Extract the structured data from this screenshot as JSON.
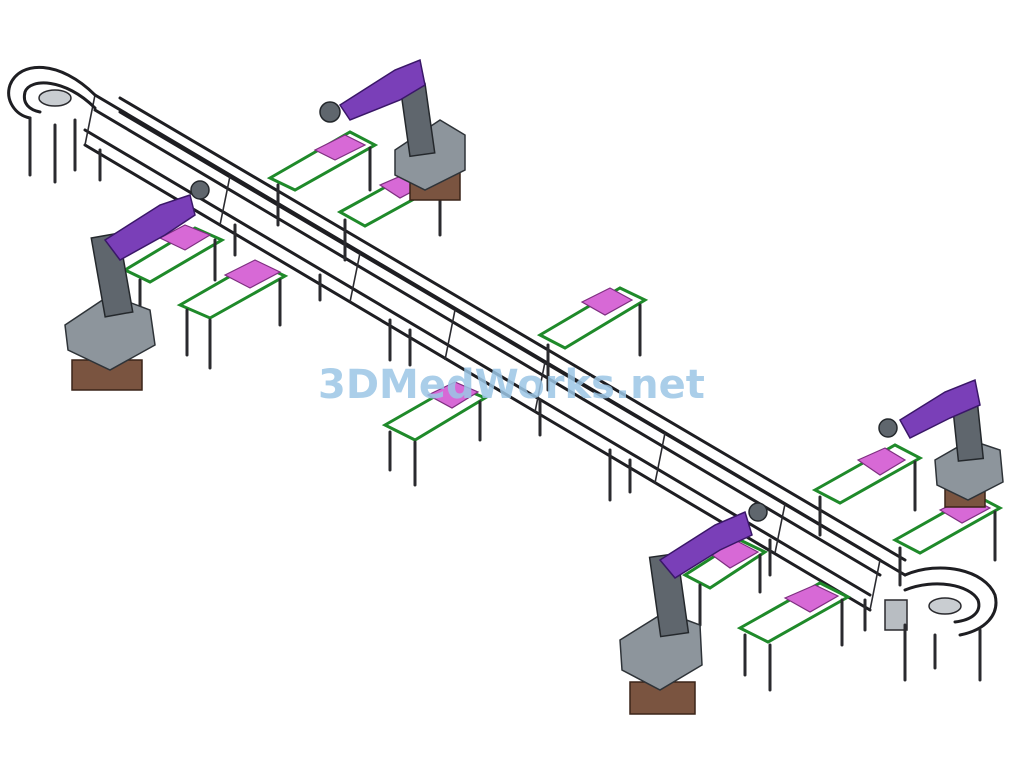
{
  "watermark": {
    "text": "3DMedWorks.net"
  },
  "colors": {
    "frame": "#1e1e22",
    "station_frame": "#1f8a2a",
    "pallet": "#d769d6",
    "robot_body": "#8d959c",
    "robot_arm": "#7a3fb8",
    "robot_base": "#7a5440",
    "watermark": "#9cc6e6"
  },
  "scene": {
    "robots": 4,
    "pallets": 10
  }
}
